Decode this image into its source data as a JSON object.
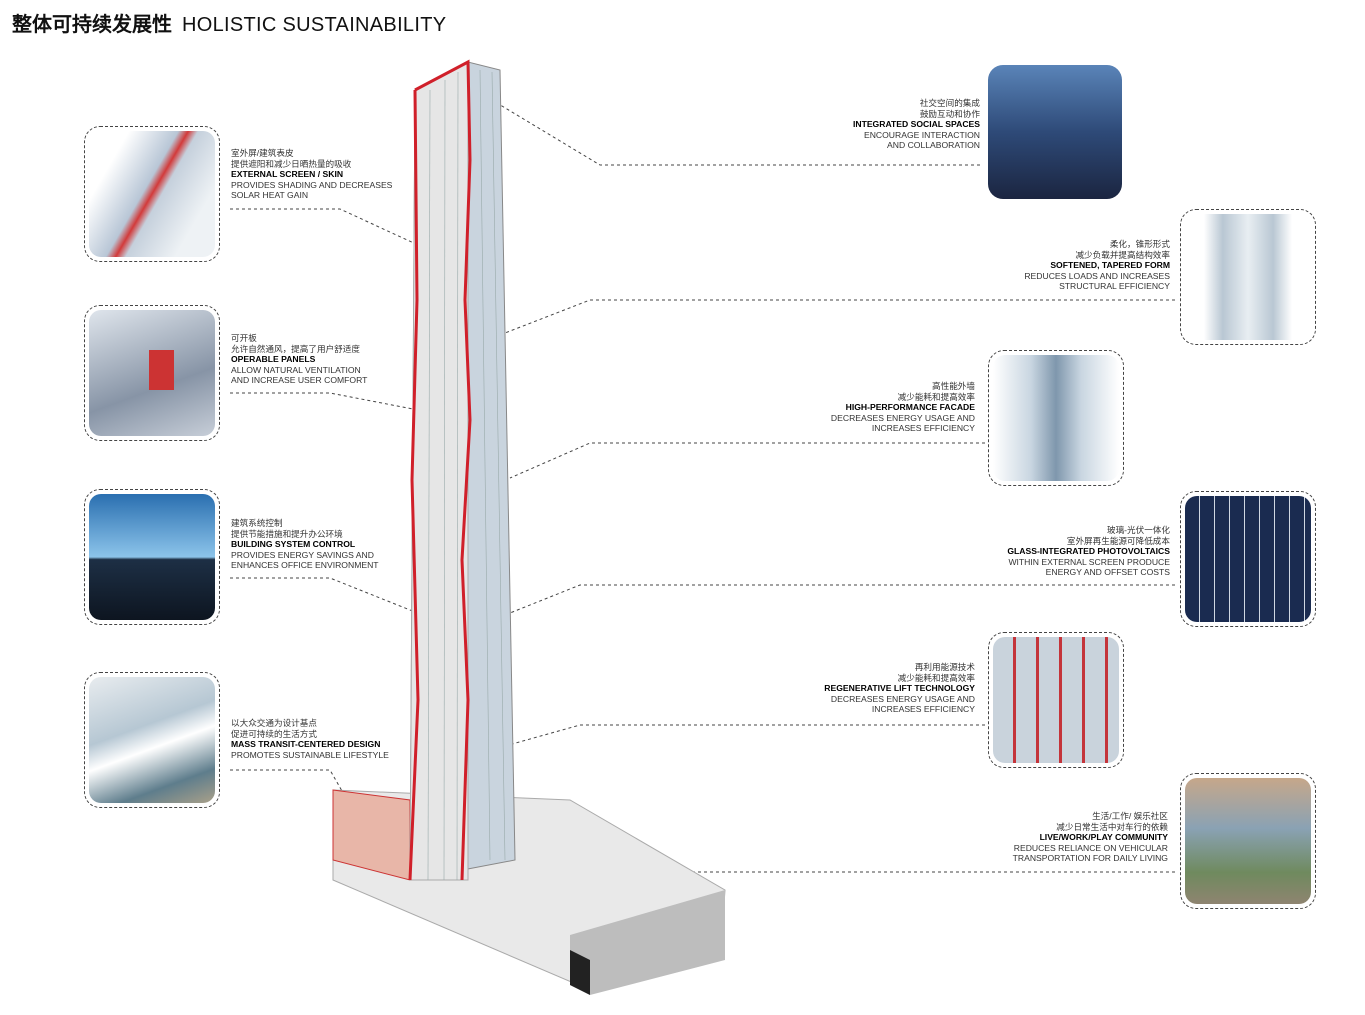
{
  "title": {
    "cn": "整体可持续发展性",
    "en": "HOLISTIC SUSTAINABILITY"
  },
  "left": [
    {
      "cn1": "室外屏/建筑表皮",
      "cn2": "提供遮阳和减少日晒热量的吸收",
      "head": "EXTERNAL SCREEN / SKIN",
      "d1": " PROVIDES SHADING AND DECREASES",
      "d2": "SOLAR HEAT GAIN"
    },
    {
      "cn1": "可开板",
      "cn2": "允许自然通风，提高了用户舒适度",
      "head": "OPERABLE PANELS",
      "d1": " ALLOW NATURAL VENTILATION",
      "d2": "AND INCREASE USER COMFORT"
    },
    {
      "cn1": "建筑系统控制",
      "cn2": "提供节能措施和提升办公环境",
      "head": "BUILDING SYSTEM CONTROL",
      "d1": " PROVIDES ENERGY SAVINGS AND",
      "d2": "ENHANCES OFFICE ENVIRONMENT"
    },
    {
      "cn1": "以大众交通为设计基点",
      "cn2": "促进可持续的生活方式",
      "head": "MASS TRANSIT-CENTERED DESIGN",
      "d1": "PROMOTES SUSTAINABLE LIFESTYLE",
      "d2": ""
    }
  ],
  "right": [
    {
      "cn1": "社交空间的集成",
      "cn2": "鼓励互动和协作",
      "head": "INTEGRATED SOCIAL SPACES",
      "d1": "ENCOURAGE INTERACTION",
      "d2": "AND COLLABORATION"
    },
    {
      "cn1": "柔化，锥形形式",
      "cn2": "减少负载并提高结构效率",
      "head": "SOFTENED, TAPERED FORM",
      "d1": "REDUCES LOADS AND INCREASES",
      "d2": "STRUCTURAL EFFICIENCY"
    },
    {
      "cn1": "高性能外墙",
      "cn2": "减少能耗和提高效率",
      "head": "HIGH-PERFORMANCE FACADE",
      "d1": "DECREASES ENERGY USAGE AND",
      "d2": "INCREASES EFFICIENCY"
    },
    {
      "cn1": "玻璃-光伏一体化",
      "cn2": "室外屏再生能源可降低成本",
      "head": "GLASS-INTEGRATED PHOTOVOLTAICS",
      "d1": "WITHIN EXTERNAL SCREEN PRODUCE",
      "d2": "ENERGY AND OFFSET COSTS"
    },
    {
      "cn1": "再利用能源技术",
      "cn2": "减少能耗和提高效率",
      "head": "REGENERATIVE LIFT TECHNOLOGY",
      "d1": "DECREASES ENERGY USAGE AND",
      "d2": "INCREASES EFFICIENCY"
    },
    {
      "cn1": "生活/工作/ 娱乐社区",
      "cn2": "减少日常生活中对车行的依赖",
      "head": "LIVE/WORK/PLAY COMMUNITY",
      "d1": "REDUCES RELIANCE ON VEHICULAR",
      "d2": "TRANSPORTATION FOR DAILY LIVING"
    }
  ],
  "colors": {
    "accent": "#d0202a",
    "glass": "#9fb6cc"
  }
}
